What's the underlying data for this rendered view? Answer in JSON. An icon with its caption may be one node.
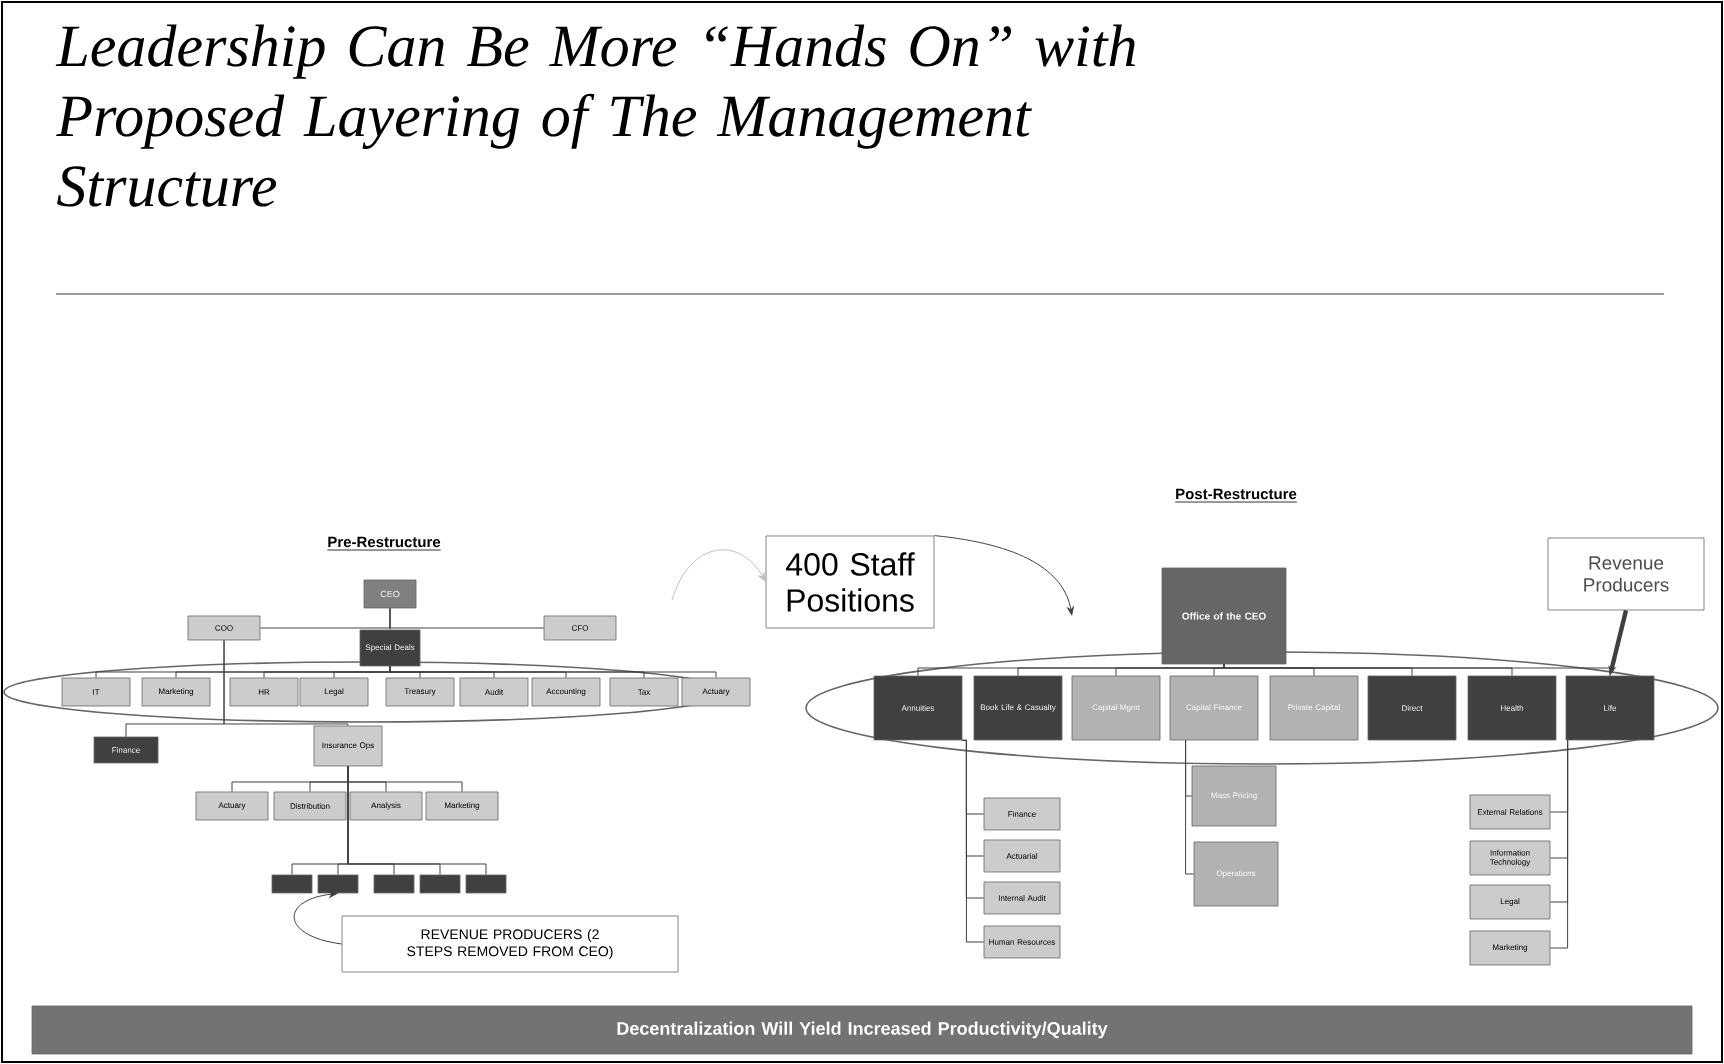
{
  "diagram": {
    "title": "Leadership Can Be More “Hands On” with Proposed Layering of The Management Structure",
    "nodes": [
      {
        "text": [
          "CEO"
        ]
      },
      {
        "text": [
          "COO"
        ]
      },
      {
        "text": [
          "CFO"
        ]
      },
      {
        "text": [
          "Special Deals"
        ]
      },
      {
        "text": [
          "IT"
        ]
      },
      {
        "text": [
          "Marketing"
        ]
      },
      {
        "text": [
          "HR"
        ]
      },
      {
        "text": [
          "Legal"
        ]
      },
      {
        "text": [
          "Treasury"
        ]
      },
      {
        "text": [
          "Audit"
        ]
      },
      {
        "text": [
          "Accounting"
        ]
      },
      {
        "text": [
          "Tax"
        ]
      },
      {
        "text": [
          "Actuary"
        ]
      },
      {
        "text": [
          "Finance"
        ]
      },
      {
        "text": [
          "Insurance Ops"
        ]
      },
      {
        "text": [
          "Actuary"
        ]
      },
      {
        "text": [
          "Distribution"
        ]
      },
      {
        "text": [
          "Analysis"
        ]
      },
      {
        "text": [
          "Marketing"
        ]
      },
      {
        "text": [],
        "shape": "box"
      },
      {
        "text": [],
        "shape": "box"
      },
      {
        "text": [],
        "shape": "box"
      },
      {
        "text": [],
        "shape": "box"
      },
      {
        "text": [],
        "shape": "box"
      },
      {
        "text": [
          "REVENUE PRODUCERS (2 STEPS REMOVED FROM CEO)"
        ]
      },
      {
        "text": [
          "400 Staff Positions"
        ]
      },
      {
        "text": [
          "Office of the CEO"
        ]
      },
      {
        "text": [
          "Revenue Producers"
        ]
      },
      {
        "text": [
          "Annuities"
        ]
      },
      {
        "text": [
          "Book Life & Casualty"
        ]
      },
      {
        "text": [
          "Capital Mgmt"
        ]
      },
      {
        "text": [
          "Capital Finance"
        ]
      },
      {
        "text": [
          "Private Capital"
        ]
      },
      {
        "text": [
          "Direct"
        ]
      },
      {
        "text": [
          "Health"
        ]
      },
      {
        "text": [
          "Life"
        ]
      },
      {
        "text": [
          "Finance"
        ]
      },
      {
        "text": [
          "Actuarial"
        ]
      },
      {
        "text": [
          "Internal Audit"
        ]
      },
      {
        "text": [
          "Human Resources"
        ]
      },
      {
        "text": [
          "Mass Pricing"
        ]
      },
      {
        "text": [
          "Operations"
        ]
      },
      {
        "text": [
          "External Relations"
        ]
      },
      {
        "text": [
          "Information Technology"
        ]
      },
      {
        "text": [
          "Legal"
        ]
      },
      {
        "text": [
          "Marketing"
        ]
      },
      {
        "text": [
          "Decentralization Will Yield Increased Productivity/Quality"
        ]
      }
    ],
    "edges": [
      {
        "from": 0,
        "to": 1,
        "arrow": "none"
      },
      {
        "from": 0,
        "to": 2,
        "arrow": "none"
      },
      {
        "from": 0,
        "to": 3,
        "arrow": "none"
      },
      {
        "from": 3,
        "to": 4,
        "arrow": "none"
      },
      {
        "from": 3,
        "to": 5,
        "arrow": "none"
      },
      {
        "from": 3,
        "to": 6,
        "arrow": "none"
      },
      {
        "from": 3,
        "to": 7,
        "arrow": "none"
      },
      {
        "from": 3,
        "to": 8,
        "arrow": "none"
      },
      {
        "from": 3,
        "to": 9,
        "arrow": "none"
      },
      {
        "from": 3,
        "to": 10,
        "arrow": "none"
      },
      {
        "from": 3,
        "to": 11,
        "arrow": "none"
      },
      {
        "from": 3,
        "to": 12,
        "arrow": "none"
      },
      {
        "from": 1,
        "to": 13,
        "arrow": "none"
      },
      {
        "from": 1,
        "to": 14,
        "arrow": "none"
      },
      {
        "from": 14,
        "to": 15,
        "arrow": "none"
      },
      {
        "from": 14,
        "to": 16,
        "arrow": "none"
      },
      {
        "from": 14,
        "to": 17,
        "arrow": "none"
      },
      {
        "from": 14,
        "to": 18,
        "arrow": "none"
      },
      {
        "from": 14,
        "to": 19,
        "arrow": "none"
      },
      {
        "from": 14,
        "to": 20,
        "arrow": "none"
      },
      {
        "from": 14,
        "to": 21,
        "arrow": "none"
      },
      {
        "from": 14,
        "to": 22,
        "arrow": "none"
      },
      {
        "from": 14,
        "to": 23,
        "arrow": "none"
      },
      {
        "from": 24,
        "to": 20,
        "arrow": "to"
      },
      {
        "from": null,
        "to": 25,
        "arrow": "to",
        "color": "#c0c0c0"
      },
      {
        "from": 25,
        "to": null,
        "arrow": "to"
      },
      {
        "from": 27,
        "to": 35,
        "arrow": "to",
        "style": "thick"
      },
      {
        "from": 26,
        "to": 28,
        "arrow": "none"
      },
      {
        "from": 26,
        "to": 29,
        "arrow": "none"
      },
      {
        "from": 26,
        "to": 30,
        "arrow": "none"
      },
      {
        "from": 26,
        "to": 31,
        "arrow": "none"
      },
      {
        "from": 26,
        "to": 32,
        "arrow": "none"
      },
      {
        "from": 26,
        "to": 33,
        "arrow": "none"
      },
      {
        "from": 26,
        "to": 34,
        "arrow": "none"
      },
      {
        "from": 26,
        "to": 35,
        "arrow": "none"
      },
      {
        "from": 28,
        "to": 36,
        "arrow": "none"
      },
      {
        "from": 28,
        "to": 37,
        "arrow": "none"
      },
      {
        "from": 28,
        "to": 38,
        "arrow": "none"
      },
      {
        "from": 28,
        "to": 39,
        "arrow": "none"
      },
      {
        "from": 31,
        "to": 40,
        "arrow": "none"
      },
      {
        "from": 31,
        "to": 41,
        "arrow": "none"
      },
      {
        "from": 35,
        "to": 42,
        "arrow": "none"
      },
      {
        "from": 35,
        "to": 43,
        "arrow": "none"
      },
      {
        "from": 35,
        "to": 44,
        "arrow": "none"
      },
      {
        "from": 35,
        "to": 45,
        "arrow": "none"
      }
    ],
    "labels": [
      "Pre-Restructure",
      "Post-Restructure"
    ]
  }
}
